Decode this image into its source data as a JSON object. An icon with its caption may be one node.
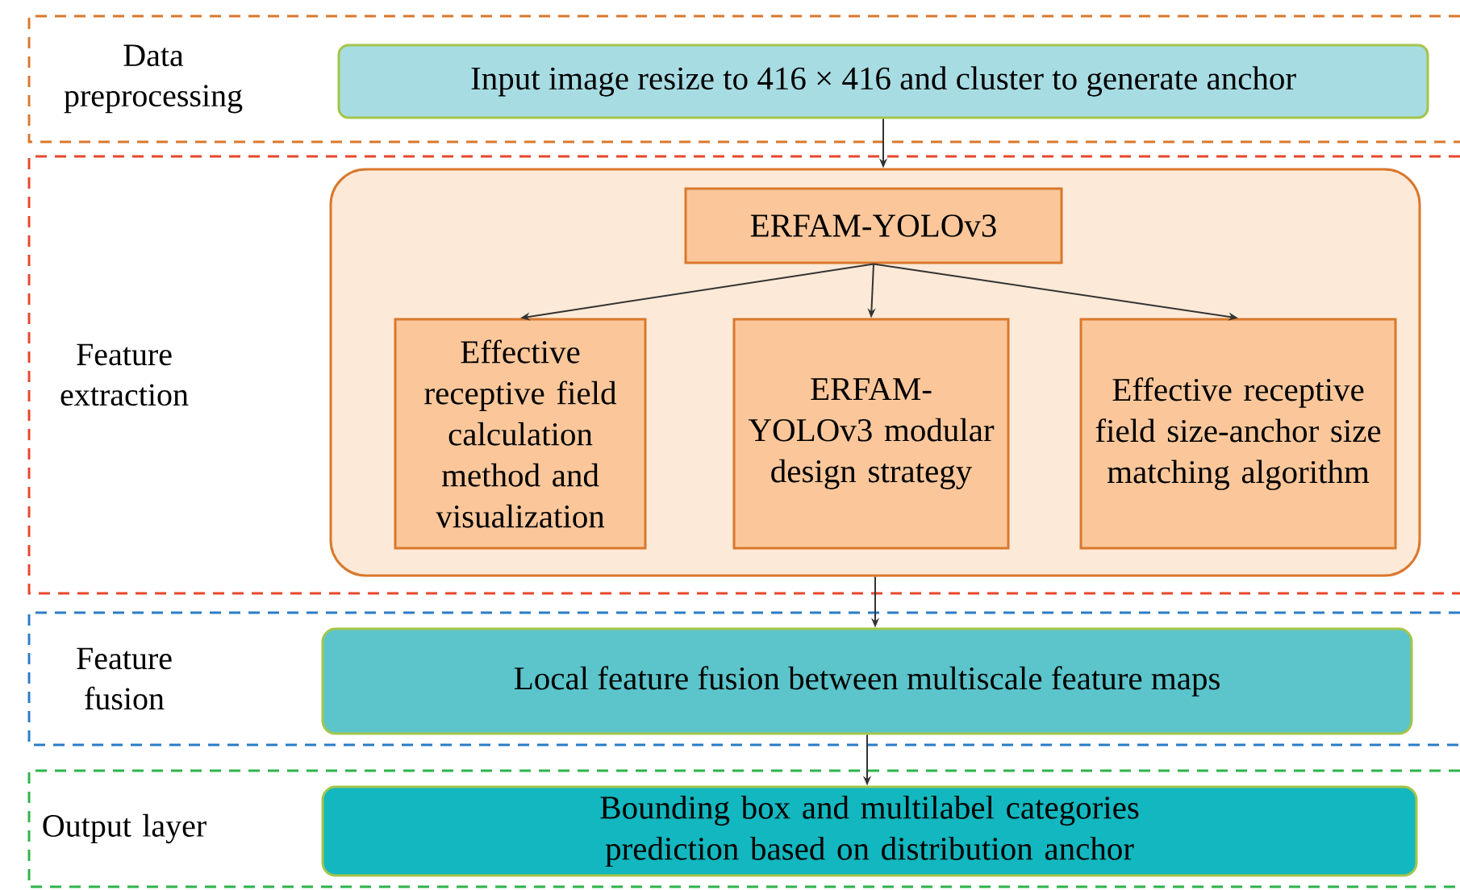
{
  "diagram": {
    "nodes": [
      {
        "text": [
          "Data preprocessing"
        ]
      },
      {
        "text": [
          "Input image resize to 416 × 416 and cluster to generate anchor"
        ],
        "in": 0
      },
      {
        "text": [
          "Feature extraction"
        ]
      },
      {
        "text": [],
        "shape": "box",
        "in": 2
      },
      {
        "text": [
          "ERFAM-YOLOv3"
        ],
        "in": 3
      },
      {
        "text": [
          "Effective receptive field calculation method and visualization"
        ],
        "in": 3
      },
      {
        "text": [
          "ERFAM-YOLOv3 modular design strategy"
        ],
        "in": 3
      },
      {
        "text": [
          "Effective receptive field size-anchor size matching algorithm"
        ],
        "in": 3
      },
      {
        "text": [
          "Feature fusion"
        ]
      },
      {
        "text": [
          "Local feature fusion between multiscale feature maps"
        ],
        "in": 8
      },
      {
        "text": [
          "Output layer"
        ]
      },
      {
        "text": [
          "Bounding box and multilabel categories prediction based on distribution anchor"
        ],
        "in": 10
      }
    ],
    "edges": [
      {
        "from": 1,
        "to": 3,
        "arrow": "to"
      },
      {
        "from": 4,
        "to": 5,
        "arrow": "to"
      },
      {
        "from": 4,
        "to": 6,
        "arrow": "to"
      },
      {
        "from": 4,
        "to": 7,
        "arrow": "to"
      },
      {
        "from": 3,
        "to": 9,
        "arrow": "to"
      },
      {
        "from": 9,
        "to": 11,
        "arrow": "to"
      }
    ]
  }
}
